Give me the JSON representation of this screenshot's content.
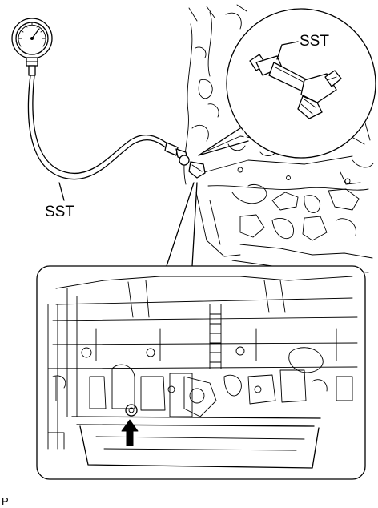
{
  "labels": {
    "sst_upper": "SST",
    "sst_hose": "SST",
    "figure_code": "P"
  }
}
